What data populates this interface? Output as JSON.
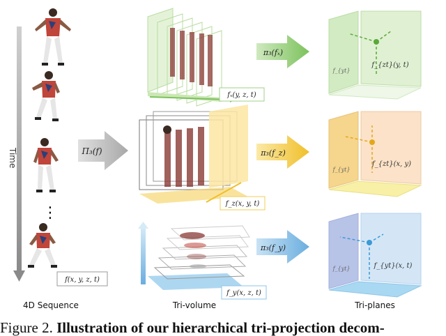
{
  "columns": {
    "sequence": "4D Sequence",
    "trivolume": "Tri-volume",
    "triplanes": "Tri-planes"
  },
  "time_label": "Time",
  "dots": "⋮",
  "input_label": "f(x, y, z, t)",
  "projection_main": "Π₃(f)",
  "projections": {
    "top": "π₃(fₓ)",
    "mid": "π₃(f_z)",
    "bot": "π₃(f_y)"
  },
  "volume_labels": {
    "top": "fₓ(y, z, t)",
    "mid": "f_z(x, y, t)",
    "bot": "f_y(x, z, t)"
  },
  "plane_labels": {
    "top_right": "f_{zt}(y, t)",
    "top_left": "f_{yt}",
    "mid_right": "f_{zt}(x, y)",
    "mid_left": "f_{yt}",
    "bot_right": "f_{yt}(x, t)",
    "bot_left": "f_{yt}"
  },
  "caption": {
    "prefix": "Figure 2. ",
    "bold": "Illustration of our hierarchical tri-projection decom-"
  },
  "colors": {
    "green": "#9fd08a",
    "yellow": "#f2cf55",
    "blue": "#8fc4e8",
    "time_arrow": "#9a9a9a"
  }
}
